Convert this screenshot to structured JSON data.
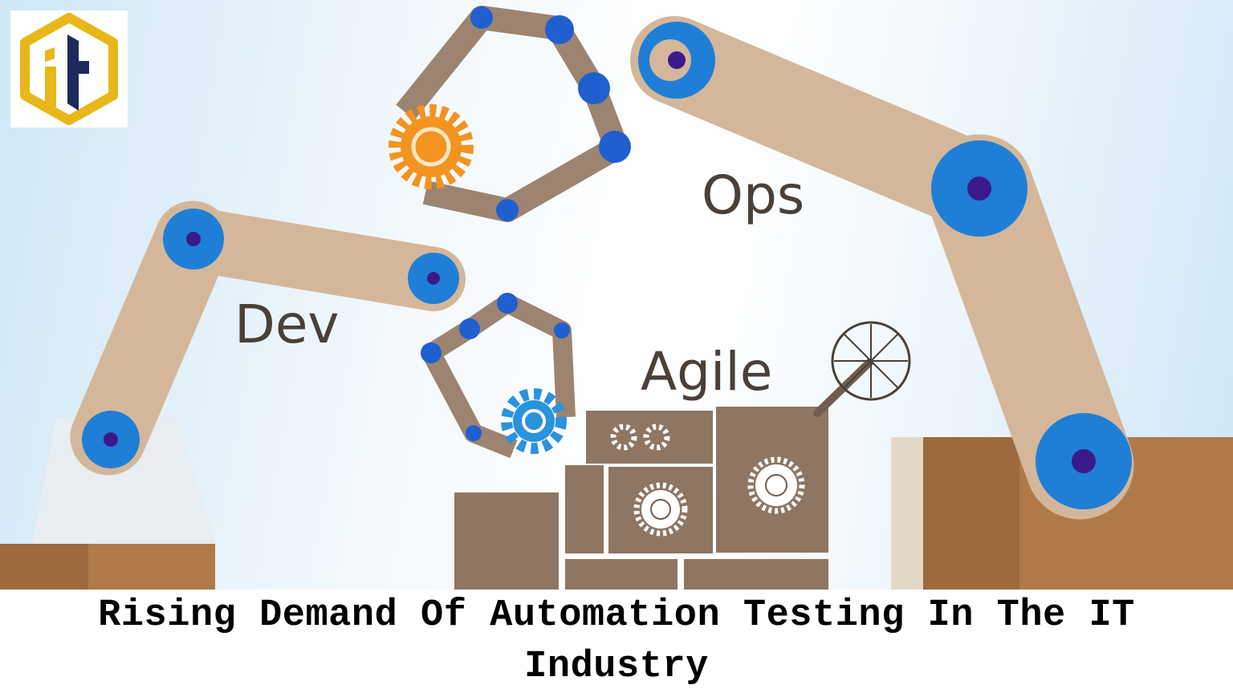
{
  "logo": {
    "text": "it",
    "hex_color": "#e8b71a",
    "letter_color": "#1c2a5e"
  },
  "illustration": {
    "labels": {
      "dev": "Dev",
      "ops": "Ops",
      "agile": "Agile"
    },
    "colors": {
      "arm": "#d4b79a",
      "gripper": "#9c8470",
      "joint": "#1f7fd6",
      "joint_center": "#3a1a8a",
      "gear_orange": "#f39320",
      "gear_blue": "#2a93dd",
      "box": "#8e7663",
      "crate": "#b07a48"
    }
  },
  "caption": {
    "line1": "Rising Demand Of Automation Testing In The IT",
    "line2": "Industry"
  }
}
